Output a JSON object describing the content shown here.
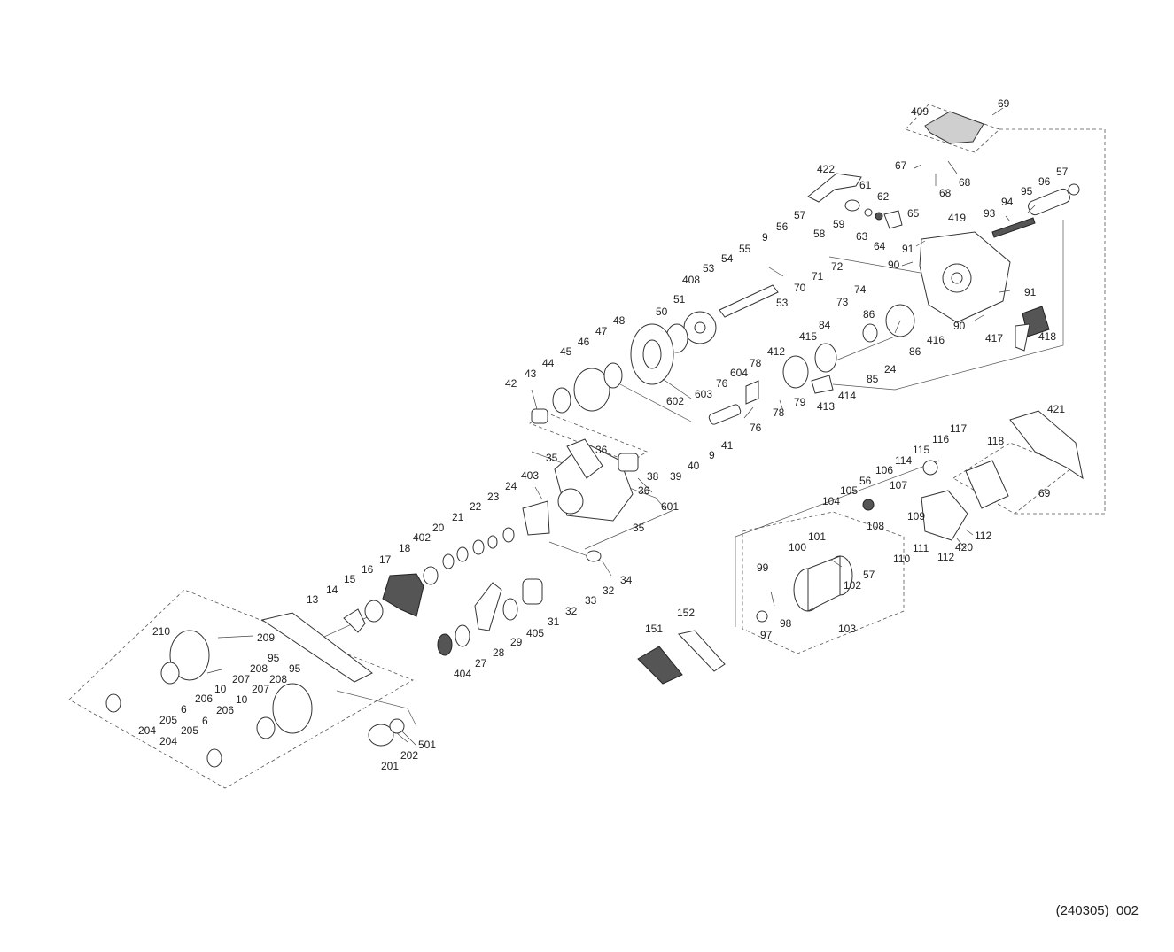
{
  "reference_code": "(240305)_002",
  "part_numbers": [
    {
      "id": "p409",
      "label": "409"
    },
    {
      "id": "p69a",
      "label": "69"
    },
    {
      "id": "p67",
      "label": "67"
    },
    {
      "id": "p68a",
      "label": "68"
    },
    {
      "id": "p68b",
      "label": "68"
    },
    {
      "id": "p422",
      "label": "422"
    },
    {
      "id": "p57a",
      "label": "57"
    },
    {
      "id": "p96",
      "label": "96"
    },
    {
      "id": "p95a",
      "label": "95"
    },
    {
      "id": "p94",
      "label": "94"
    },
    {
      "id": "p93",
      "label": "93"
    },
    {
      "id": "p61",
      "label": "61"
    },
    {
      "id": "p62",
      "label": "62"
    },
    {
      "id": "p63",
      "label": "63"
    },
    {
      "id": "p64",
      "label": "64"
    },
    {
      "id": "p65",
      "label": "65"
    },
    {
      "id": "p419",
      "label": "419"
    },
    {
      "id": "p91a",
      "label": "91"
    },
    {
      "id": "p90a",
      "label": "90"
    },
    {
      "id": "p91b",
      "label": "91"
    },
    {
      "id": "p90b",
      "label": "90"
    },
    {
      "id": "p56a",
      "label": "56"
    },
    {
      "id": "p57b",
      "label": "57"
    },
    {
      "id": "p58",
      "label": "58"
    },
    {
      "id": "p59",
      "label": "59"
    },
    {
      "id": "p9a",
      "label": "9"
    },
    {
      "id": "p55",
      "label": "55"
    },
    {
      "id": "p54",
      "label": "54"
    },
    {
      "id": "p53a",
      "label": "53"
    },
    {
      "id": "p53b",
      "label": "53"
    },
    {
      "id": "p72",
      "label": "72"
    },
    {
      "id": "p71",
      "label": "71"
    },
    {
      "id": "p70",
      "label": "70"
    },
    {
      "id": "p74",
      "label": "74"
    },
    {
      "id": "p73",
      "label": "73"
    },
    {
      "id": "p408",
      "label": "408"
    },
    {
      "id": "p51",
      "label": "51"
    },
    {
      "id": "p50",
      "label": "50"
    },
    {
      "id": "p86a",
      "label": "86"
    },
    {
      "id": "p86b",
      "label": "86"
    },
    {
      "id": "p416",
      "label": "416"
    },
    {
      "id": "p417",
      "label": "417"
    },
    {
      "id": "p418",
      "label": "418"
    },
    {
      "id": "p84",
      "label": "84"
    },
    {
      "id": "p415",
      "label": "415"
    },
    {
      "id": "p85",
      "label": "85"
    },
    {
      "id": "p24a",
      "label": "24"
    },
    {
      "id": "p48",
      "label": "48"
    },
    {
      "id": "p47",
      "label": "47"
    },
    {
      "id": "p46",
      "label": "46"
    },
    {
      "id": "p45",
      "label": "45"
    },
    {
      "id": "p44",
      "label": "44"
    },
    {
      "id": "p43",
      "label": "43"
    },
    {
      "id": "p42",
      "label": "42"
    },
    {
      "id": "p602",
      "label": "602"
    },
    {
      "id": "p412",
      "label": "412"
    },
    {
      "id": "p78a",
      "label": "78"
    },
    {
      "id": "p604",
      "label": "604"
    },
    {
      "id": "p76a",
      "label": "76"
    },
    {
      "id": "p603",
      "label": "603"
    },
    {
      "id": "p78b",
      "label": "78"
    },
    {
      "id": "p79",
      "label": "79"
    },
    {
      "id": "p413",
      "label": "413"
    },
    {
      "id": "p414",
      "label": "414"
    },
    {
      "id": "p76b",
      "label": "76"
    },
    {
      "id": "p421",
      "label": "421"
    },
    {
      "id": "p117",
      "label": "117"
    },
    {
      "id": "p116",
      "label": "116"
    },
    {
      "id": "p115",
      "label": "115"
    },
    {
      "id": "p114",
      "label": "114"
    },
    {
      "id": "p118",
      "label": "118"
    },
    {
      "id": "p69b",
      "label": "69"
    },
    {
      "id": "p41",
      "label": "41"
    },
    {
      "id": "p9b",
      "label": "9"
    },
    {
      "id": "p40",
      "label": "40"
    },
    {
      "id": "p39",
      "label": "39"
    },
    {
      "id": "p38",
      "label": "38"
    },
    {
      "id": "p36a",
      "label": "36"
    },
    {
      "id": "p36b",
      "label": "36"
    },
    {
      "id": "p35a",
      "label": "35"
    },
    {
      "id": "p35b",
      "label": "35"
    },
    {
      "id": "p601",
      "label": "601"
    },
    {
      "id": "p403",
      "label": "403"
    },
    {
      "id": "p24b",
      "label": "24"
    },
    {
      "id": "p23",
      "label": "23"
    },
    {
      "id": "p22",
      "label": "22"
    },
    {
      "id": "p21",
      "label": "21"
    },
    {
      "id": "p20",
      "label": "20"
    },
    {
      "id": "p402",
      "label": "402"
    },
    {
      "id": "p18",
      "label": "18"
    },
    {
      "id": "p17",
      "label": "17"
    },
    {
      "id": "p16",
      "label": "16"
    },
    {
      "id": "p15",
      "label": "15"
    },
    {
      "id": "p14",
      "label": "14"
    },
    {
      "id": "p13",
      "label": "13"
    },
    {
      "id": "p106",
      "label": "106"
    },
    {
      "id": "p56b",
      "label": "56"
    },
    {
      "id": "p105",
      "label": "105"
    },
    {
      "id": "p104",
      "label": "104"
    },
    {
      "id": "p107",
      "label": "107"
    },
    {
      "id": "p109",
      "label": "109"
    },
    {
      "id": "p108",
      "label": "108"
    },
    {
      "id": "p110",
      "label": "110"
    },
    {
      "id": "p111",
      "label": "111"
    },
    {
      "id": "p112a",
      "label": "112"
    },
    {
      "id": "p112b",
      "label": "112"
    },
    {
      "id": "p420",
      "label": "420"
    },
    {
      "id": "p101",
      "label": "101"
    },
    {
      "id": "p100",
      "label": "100"
    },
    {
      "id": "p102",
      "label": "102"
    },
    {
      "id": "p57c",
      "label": "57"
    },
    {
      "id": "p99",
      "label": "99"
    },
    {
      "id": "p97",
      "label": "97"
    },
    {
      "id": "p98",
      "label": "98"
    },
    {
      "id": "p103",
      "label": "103"
    },
    {
      "id": "p34",
      "label": "34"
    },
    {
      "id": "p32a",
      "label": "32"
    },
    {
      "id": "p33",
      "label": "33"
    },
    {
      "id": "p32b",
      "label": "32"
    },
    {
      "id": "p31",
      "label": "31"
    },
    {
      "id": "p405",
      "label": "405"
    },
    {
      "id": "p29",
      "label": "29"
    },
    {
      "id": "p28",
      "label": "28"
    },
    {
      "id": "p27",
      "label": "27"
    },
    {
      "id": "p404",
      "label": "404"
    },
    {
      "id": "p151",
      "label": "151"
    },
    {
      "id": "p152",
      "label": "152"
    },
    {
      "id": "p210",
      "label": "210"
    },
    {
      "id": "p209",
      "label": "209"
    },
    {
      "id": "p95b",
      "label": "95"
    },
    {
      "id": "p208a",
      "label": "208"
    },
    {
      "id": "p207a",
      "label": "207"
    },
    {
      "id": "p10a",
      "label": "10"
    },
    {
      "id": "p206a",
      "label": "206"
    },
    {
      "id": "p6a",
      "label": "6"
    },
    {
      "id": "p205a",
      "label": "205"
    },
    {
      "id": "p204a",
      "label": "204"
    },
    {
      "id": "p95c",
      "label": "95"
    },
    {
      "id": "p208b",
      "label": "208"
    },
    {
      "id": "p207b",
      "label": "207"
    },
    {
      "id": "p10b",
      "label": "10"
    },
    {
      "id": "p206b",
      "label": "206"
    },
    {
      "id": "p6b",
      "label": "6"
    },
    {
      "id": "p205b",
      "label": "205"
    },
    {
      "id": "p204b",
      "label": "204"
    },
    {
      "id": "p501",
      "label": "501"
    },
    {
      "id": "p202",
      "label": "202"
    },
    {
      "id": "p201",
      "label": "201"
    }
  ]
}
